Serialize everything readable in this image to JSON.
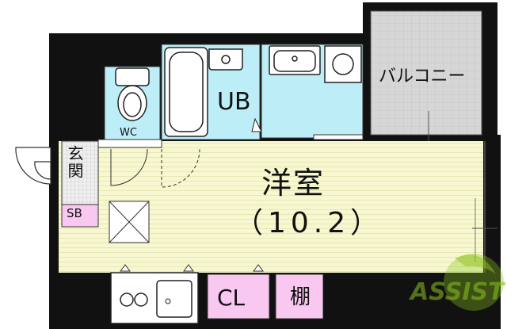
{
  "floor_plan": {
    "rooms": {
      "main_room": "洋室",
      "main_room_size": "（10.2）",
      "unit_bath": "UB",
      "balcony": "バルコニー",
      "toilet": "WC",
      "entrance": "玄関",
      "shoe_box": "SB",
      "closet": "CL",
      "shelf": "棚"
    },
    "watermark": {
      "text": "ASSIST"
    },
    "colors": {
      "wall": "#111111",
      "main_room_floor": "#f8f8d0",
      "wet_area": "#bdeef8",
      "closet": "#f8c8f0",
      "balcony": "#d6d6d6",
      "logo_green": "#8dc21f"
    }
  }
}
